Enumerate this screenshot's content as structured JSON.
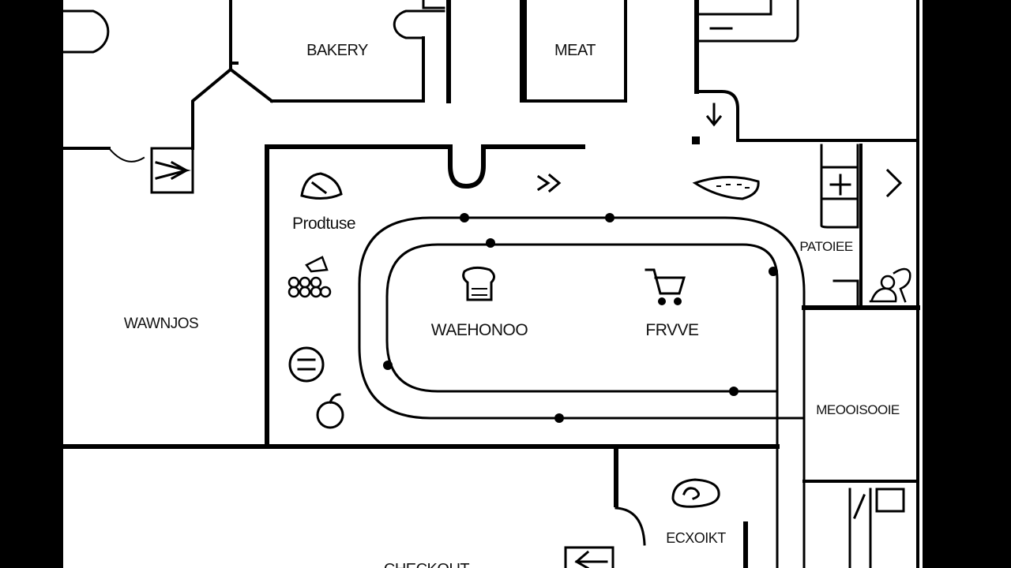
{
  "map": {
    "rooms": {
      "bakery": "BAKERY",
      "meat": "MEAT",
      "produce": "Prodtuse",
      "left_room": "WAWNJOS",
      "center_left": "WAEHONOO",
      "center_right": "FRVVE",
      "right_upper": "PATOIEE",
      "right_mid": "MEOOISOOIE",
      "bottom_right": "ECXOIKT",
      "bottom_partial": "CHECKOUT"
    },
    "icons": [
      "bread-icon",
      "shopping-cart-icon",
      "fish-icon",
      "cheese-icon",
      "vegetables-icon",
      "fruit-icon",
      "meat-steak-icon",
      "shopper-icon",
      "plate-icon",
      "arrow-right-icon",
      "arrow-left-icon",
      "arrow-down-icon"
    ],
    "colors": {
      "walls": "#000000",
      "floor": "#ffffff",
      "margin": "#000000"
    }
  }
}
